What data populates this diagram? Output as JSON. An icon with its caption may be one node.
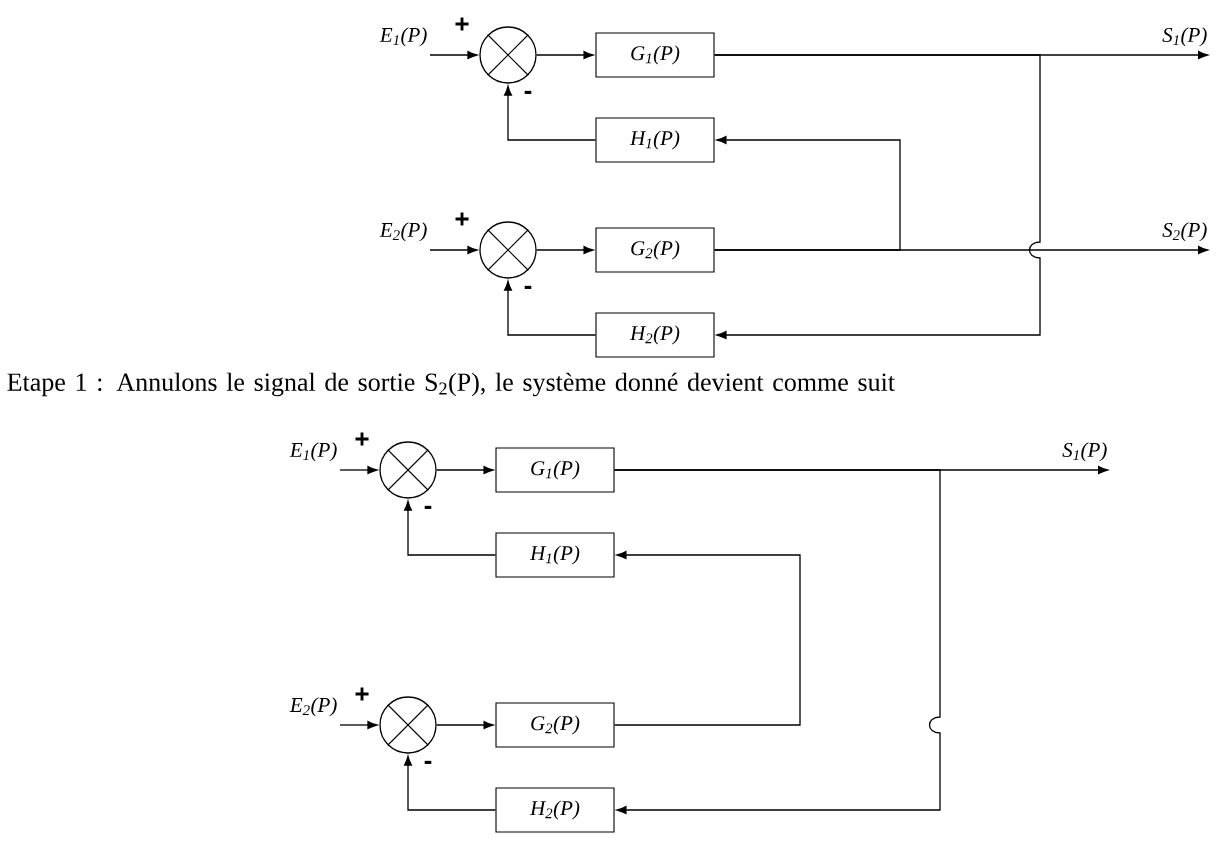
{
  "diagram": {
    "nodes": [
      {
        "text": [
          "E$_{1}$(P)"
        ]
      },
      {
        "text": [],
        "shape": "circle"
      },
      {
        "text": [
          "G$_{1}$(P)"
        ]
      },
      {
        "text": [
          "H$_{1}$(P)"
        ]
      },
      {
        "text": [
          "S$_{1}$(P)"
        ]
      },
      {
        "text": [
          "E$_{2}$(P)"
        ]
      },
      {
        "text": [],
        "shape": "circle"
      },
      {
        "text": [
          "G$_{2}$(P)"
        ]
      },
      {
        "text": [
          "H$_{2}$(P)"
        ]
      },
      {
        "text": [
          "S$_{2}$(P)"
        ]
      },
      {
        "text": [
          "E$_{1}$(P)"
        ]
      },
      {
        "text": [],
        "shape": "circle"
      },
      {
        "text": [
          "G$_{1}$(P)"
        ]
      },
      {
        "text": [
          "H$_{1}$(P)"
        ]
      },
      {
        "text": [
          "S$_{1}$(P)"
        ]
      },
      {
        "text": [
          "E$_{2}$(P)"
        ]
      },
      {
        "text": [],
        "shape": "circle"
      },
      {
        "text": [
          "G$_{2}$(P)"
        ]
      },
      {
        "text": [
          "H$_{2}$(P)"
        ]
      }
    ],
    "edges": [
      {
        "from": 0,
        "to": 1,
        "arrow": "to"
      },
      {
        "from": 1,
        "to": 2,
        "arrow": "to"
      },
      {
        "from": 2,
        "to": 4,
        "arrow": "to"
      },
      {
        "from": 3,
        "to": 1,
        "arrow": "to"
      },
      {
        "from": 5,
        "to": 6,
        "arrow": "to"
      },
      {
        "from": 6,
        "to": 7,
        "arrow": "to"
      },
      {
        "from": 7,
        "to": 9,
        "arrow": "to"
      },
      {
        "from": 8,
        "to": 6,
        "arrow": "to"
      },
      {
        "from": 7,
        "to": 3,
        "arrow": "to"
      },
      {
        "from": 2,
        "to": 8,
        "arrow": "to"
      },
      {
        "from": 10,
        "to": 11,
        "arrow": "to"
      },
      {
        "from": 11,
        "to": 12,
        "arrow": "to"
      },
      {
        "from": 12,
        "to": 14,
        "arrow": "to"
      },
      {
        "from": 13,
        "to": 11,
        "arrow": "to"
      },
      {
        "from": 15,
        "to": 16,
        "arrow": "to"
      },
      {
        "from": 16,
        "to": 17,
        "arrow": "to"
      },
      {
        "from": 17,
        "to": 13,
        "arrow": "to"
      },
      {
        "from": 18,
        "to": 16,
        "arrow": "to"
      },
      {
        "from": 12,
        "to": 18,
        "arrow": "to"
      }
    ],
    "labels": [
      "+",
      "-",
      "+",
      "-",
      "Etape 1 : Annulons le signal de sortie S$_{2}$(P), le système donné devient comme suit",
      "+",
      "-",
      "+",
      "-"
    ]
  }
}
